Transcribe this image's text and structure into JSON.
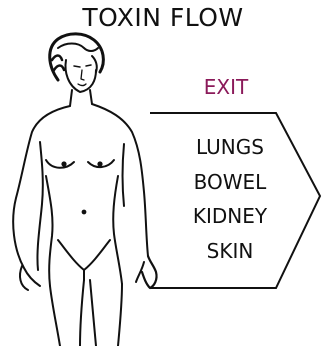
{
  "title": "TOXIN FLOW",
  "exit_label": "EXIT",
  "exit_color": "#8b1a5a",
  "organs": [
    "LUNGS",
    "BOWEL",
    "KIDNEY",
    "SKIN"
  ]
}
